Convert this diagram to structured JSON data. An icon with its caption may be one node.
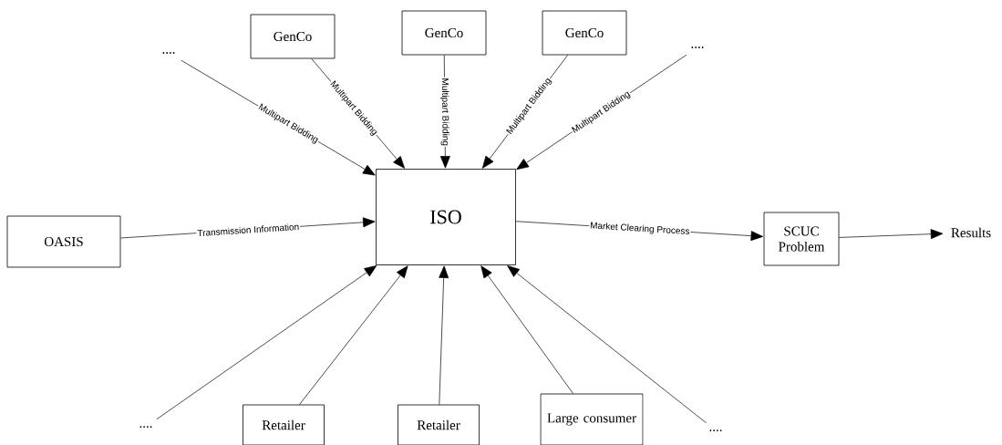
{
  "diagram": {
    "nodes": [
      {
        "text": [
          "...."
        ]
      },
      {
        "text": [
          "GenCo"
        ]
      },
      {
        "text": [
          "GenCo"
        ]
      },
      {
        "text": [
          "GenCo"
        ]
      },
      {
        "text": [
          "...."
        ]
      },
      {
        "text": [
          "OASIS"
        ]
      },
      {
        "text": [
          "ISO"
        ]
      },
      {
        "text": [
          "SCUC Problem"
        ]
      },
      {
        "text": [
          "Results"
        ]
      },
      {
        "text": [
          "...."
        ]
      },
      {
        "text": [
          "Retailer"
        ]
      },
      {
        "text": [
          "Retailer"
        ]
      },
      {
        "text": [
          "Large consumer"
        ]
      },
      {
        "text": [
          "...."
        ]
      }
    ],
    "edges": [
      {
        "from": 0,
        "to": 6,
        "arrow": "to",
        "label": "Multipart Bidding"
      },
      {
        "from": 1,
        "to": 6,
        "arrow": "to",
        "label": "Multipart Bidding"
      },
      {
        "from": 2,
        "to": 6,
        "arrow": "to",
        "label": "Multipart Bidding"
      },
      {
        "from": 3,
        "to": 6,
        "arrow": "to",
        "label": "Multipart Bidding"
      },
      {
        "from": 4,
        "to": 6,
        "arrow": "to",
        "label": "Multipart Bidding"
      },
      {
        "from": 5,
        "to": 6,
        "arrow": "to",
        "label": "Transmission Information"
      },
      {
        "from": 6,
        "to": 7,
        "arrow": "to",
        "label": "Market Clearing Process"
      },
      {
        "from": 7,
        "to": 8,
        "arrow": "to"
      },
      {
        "from": 9,
        "to": 6,
        "arrow": "to"
      },
      {
        "from": 10,
        "to": 6,
        "arrow": "to"
      },
      {
        "from": 11,
        "to": 6,
        "arrow": "to"
      },
      {
        "from": 12,
        "to": 6,
        "arrow": "to"
      },
      {
        "from": 13,
        "to": 6,
        "arrow": "to"
      }
    ]
  }
}
